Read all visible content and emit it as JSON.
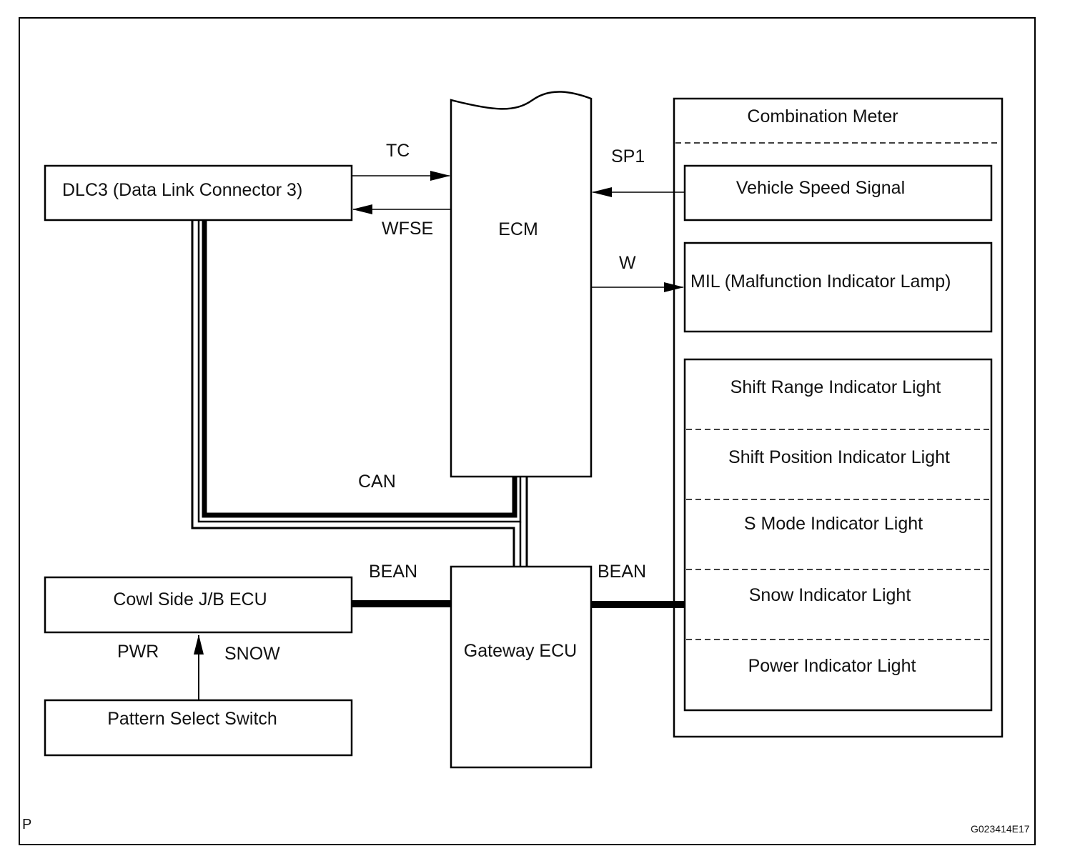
{
  "blocks": {
    "dlc3": "DLC3 (Data Link Connector 3)",
    "ecm": "ECM",
    "combination_meter": "Combination Meter",
    "vehicle_speed_signal": "Vehicle Speed Signal",
    "mil": "MIL (Malfunction Indicator Lamp)",
    "cowl_side": "Cowl Side J/B ECU",
    "pattern_select": "Pattern Select Switch",
    "gateway": "Gateway ECU"
  },
  "indicator_lights": [
    "Shift Range Indicator Light",
    "Shift Position Indicator Light",
    "S Mode Indicator Light",
    "Snow Indicator Light",
    "Power Indicator Light"
  ],
  "signals": {
    "tc": "TC",
    "wfse": "WFSE",
    "sp1": "SP1",
    "w": "W",
    "can": "CAN",
    "bean_left": "BEAN",
    "bean_right": "BEAN",
    "pwr": "PWR",
    "snow": "SNOW"
  },
  "corner": {
    "letter": "P",
    "figure_id": "G023414E17"
  }
}
